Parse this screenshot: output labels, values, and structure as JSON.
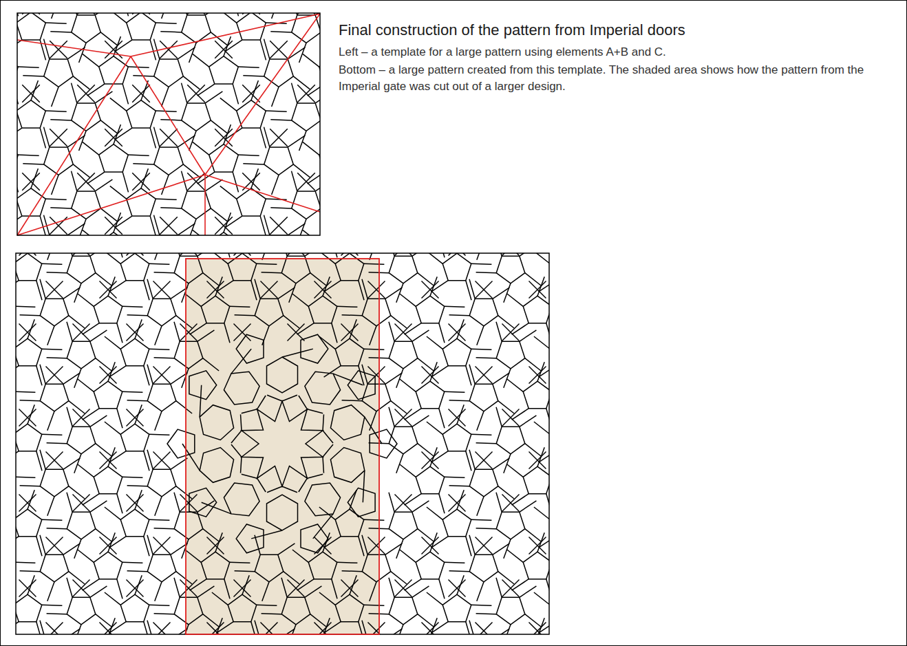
{
  "diagram": {
    "title": "Final construction of the pattern from Imperial doors",
    "labels": [
      "Left – a template for a large pattern using elements A+B and C.",
      "Bottom – a large pattern created from this template. The shaded area shows how the pattern from the Imperial gate was cut out of a larger design."
    ]
  }
}
